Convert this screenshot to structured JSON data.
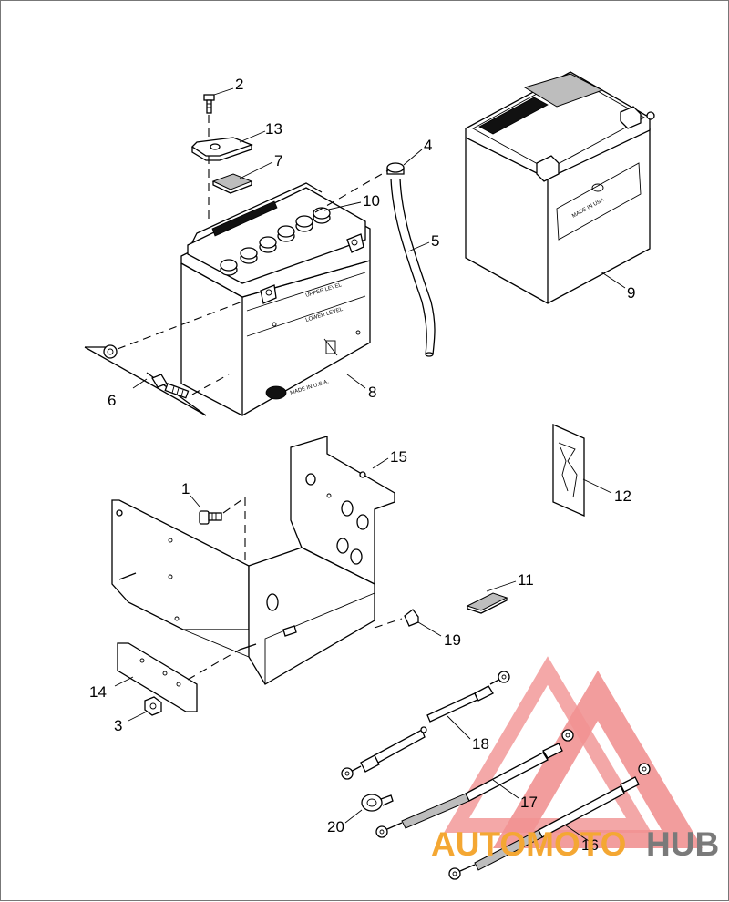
{
  "labels": [
    {
      "text": "1"
    },
    {
      "text": "2"
    },
    {
      "text": "3"
    },
    {
      "text": "4"
    },
    {
      "text": "5"
    },
    {
      "text": "6"
    },
    {
      "text": "7"
    },
    {
      "text": "8"
    },
    {
      "text": "9"
    },
    {
      "text": "10"
    },
    {
      "text": "11"
    },
    {
      "text": "12"
    },
    {
      "text": "13"
    },
    {
      "text": "14"
    },
    {
      "text": "15"
    },
    {
      "text": "16"
    },
    {
      "text": "17"
    },
    {
      "text": "18"
    },
    {
      "text": "19"
    },
    {
      "text": "20"
    }
  ],
  "battery_text": {
    "upper_level": "UPPER LEVEL",
    "lower_level": "LOWER LEVEL",
    "made_in_usa": "MADE IN USA",
    "made_in_usa_small": "MADE IN U.S.A."
  },
  "watermark": {
    "part1": "AUTOMOTO",
    "part2": "HUB",
    "color_primary": "#f4a733",
    "color_secondary": "#7a7a7a",
    "logo_color": "#e63a3a"
  }
}
